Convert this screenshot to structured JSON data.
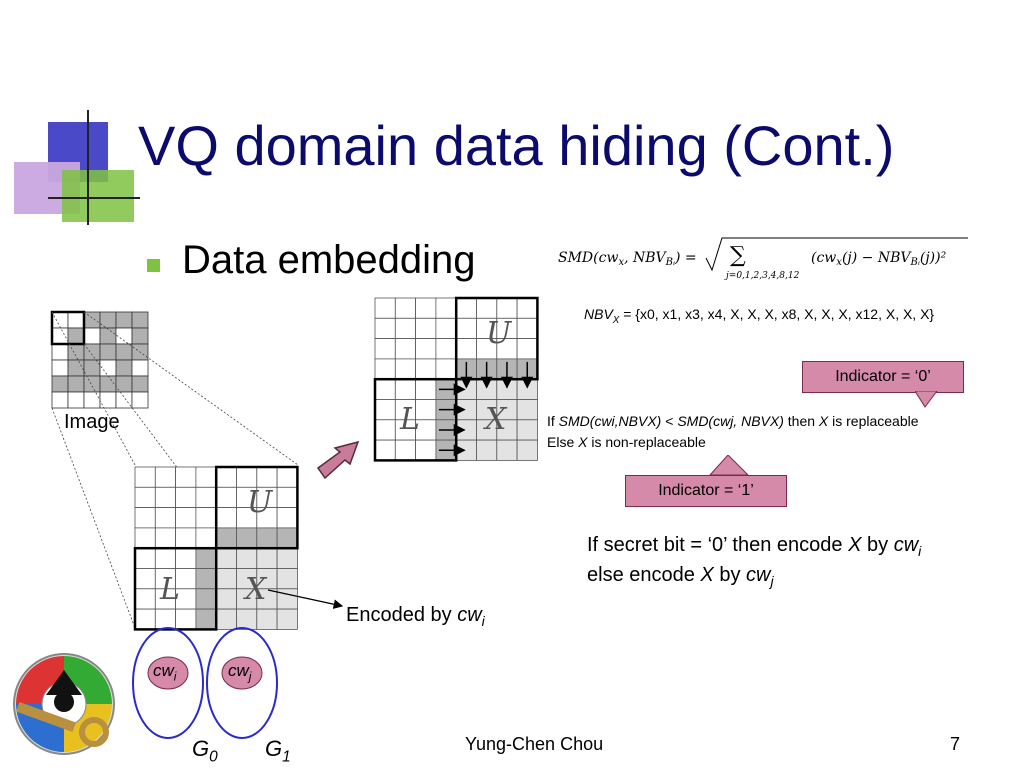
{
  "slide": {
    "title": "VQ domain data hiding (Cont.)",
    "bullet": "Data embedding",
    "image_label": "Image",
    "nbv_name": "NBV",
    "nbv_sub": "X",
    "nbv_list": " = {x0, x1, x3, x4, X, X, X, x8, X, X, X, x12, X, X, X}",
    "indicator0": "Indicator = ‘0’",
    "indicator1": "Indicator = ‘1’",
    "cond_if": "If",
    "cond_smd1": "SMD(cwi,NBVX)",
    "cond_lt": " < ",
    "cond_smd2": "SMD(cwj, NBVX)",
    "cond_then": " then ",
    "cond_x": "X",
    "cond_rep": " is replaceable",
    "cond_else": "Else",
    "cond_nonrep": " is non-replaceable",
    "secret1_pre": "If secret bit = ‘0’ then encode ",
    "secret1_x": "X",
    "secret1_by": " by ",
    "secret1_cw": "cw",
    "secret1_sub": "i",
    "secret2_pre": "else encode ",
    "secret2_x": "X",
    "secret2_by": " by ",
    "secret2_cw": "cw",
    "secret2_sub": "j",
    "encoded_pre": "Encoded by ",
    "encoded_cw": "cw",
    "encoded_sub": "i",
    "cwi_main": "cw",
    "cwi_sub": "i",
    "cwj_main": "cw",
    "cwj_sub": "j",
    "g0_main": "G",
    "g0_sub": "0",
    "g1_main": "G",
    "g1_sub": "1",
    "author": "Yung-Chen Chou",
    "page_number": "7",
    "formula": "SMD(cwx, NBVBi) = sqrt( sum over j=0,1,2,3,4,8,12 of (cwx(j) − NBVBi(j))^2 )",
    "label_U": "U",
    "label_L": "L",
    "label_X": "X"
  },
  "colors": {
    "title": "#0b0b6e",
    "bullet": "#7fc241",
    "callout": "#d48aa8",
    "ellipse": "#2a2acc"
  }
}
